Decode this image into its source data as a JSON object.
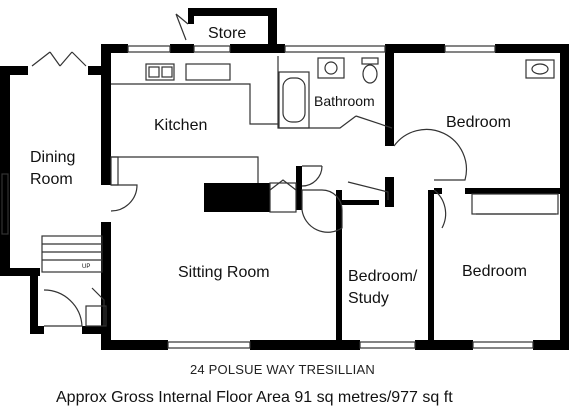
{
  "rooms": {
    "store": "Store",
    "kitchen": "Kitchen",
    "bathroom": "Bathroom",
    "bedroom_main": "Bedroom",
    "dining_line1": "Dining",
    "dining_line2": "Room",
    "sitting_room": "Sitting Room",
    "bedroom_study_line1": "Bedroom/",
    "bedroom_study_line2": "Study",
    "bedroom_second": "Bedroom"
  },
  "stairs_label": "UP",
  "address": "24 POLSUE WAY TRESILLIAN",
  "floor_area": "Approx Gross Internal Floor Area 91 sq metres/977 sq ft",
  "colors": {
    "wall": "#000000",
    "background": "#ffffff",
    "line": "#333333"
  }
}
